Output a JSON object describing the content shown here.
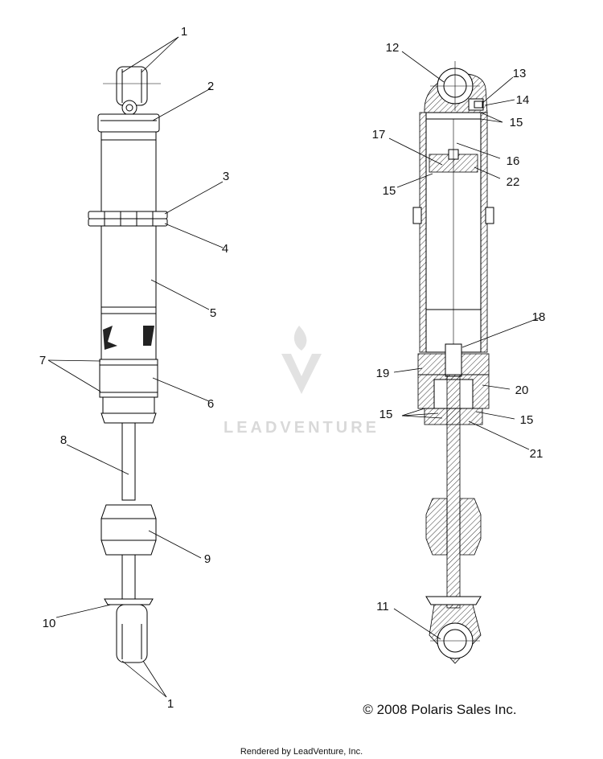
{
  "callouts": {
    "c1_top": "1",
    "c2": "2",
    "c3": "3",
    "c4": "4",
    "c5": "5",
    "c6": "6",
    "c7": "7",
    "c8": "8",
    "c9": "9",
    "c10": "10",
    "c1_bottom": "1",
    "c11": "11",
    "c12": "12",
    "c13": "13",
    "c14": "14",
    "c15_a": "15",
    "c16": "16",
    "c17": "17",
    "c22": "22",
    "c15_b": "15",
    "c18": "18",
    "c19": "19",
    "c20": "20",
    "c15_c": "15",
    "c15_d": "15",
    "c21": "21"
  },
  "copyright": "© 2008 Polaris Sales Inc.",
  "footer": "Rendered by LeadVenture, Inc.",
  "watermark": "LEADVENTURE"
}
